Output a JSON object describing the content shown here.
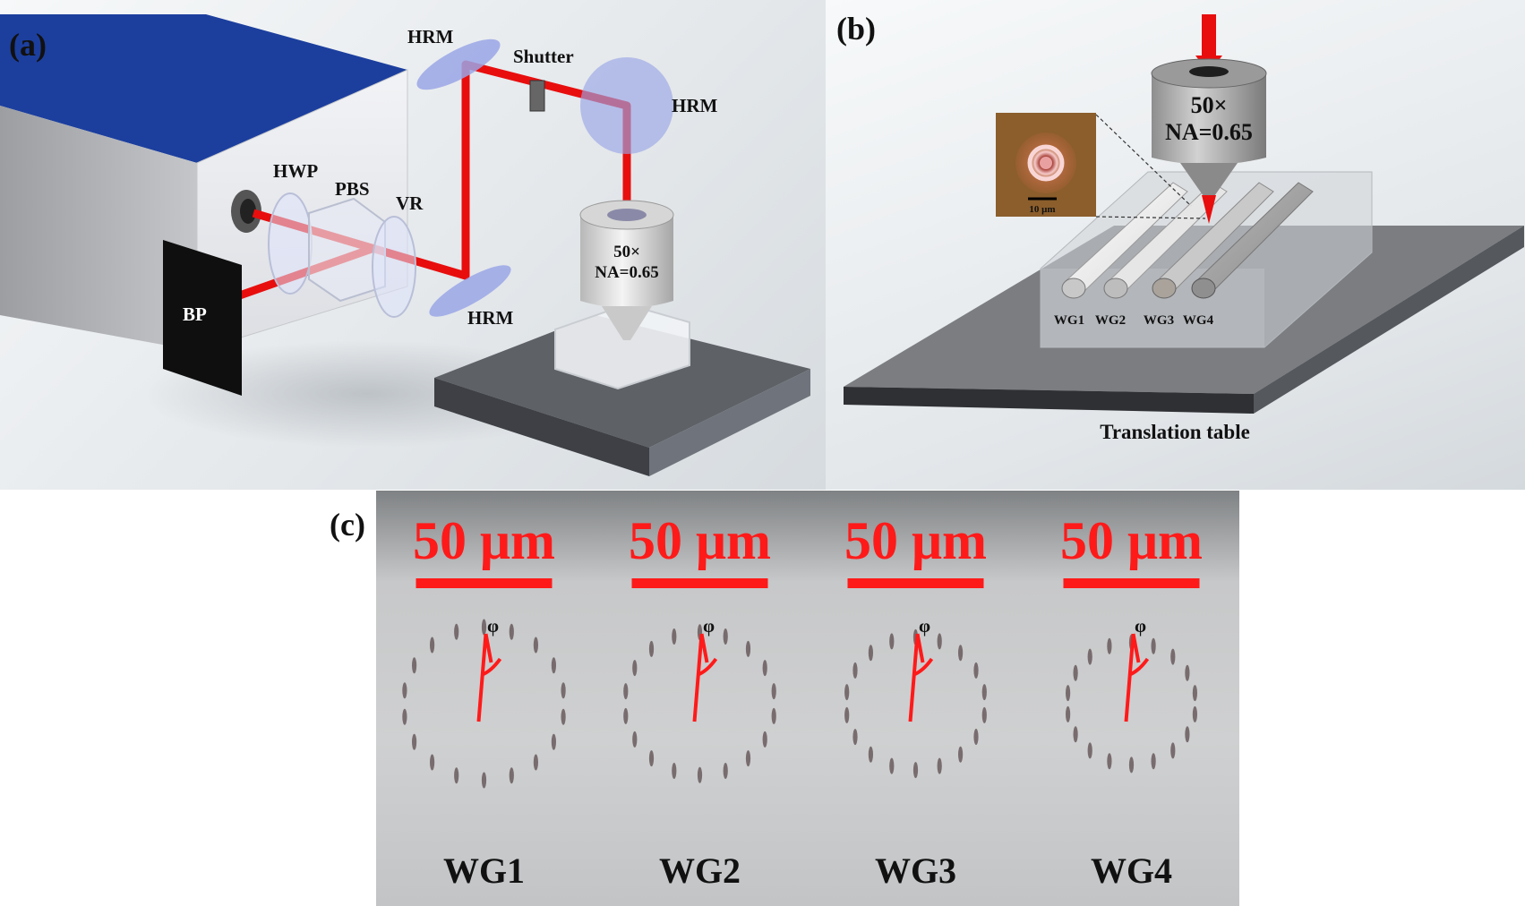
{
  "panel_a": {
    "tag": "(a)",
    "labels": {
      "hrm_top": "HRM",
      "shutter": "Shutter",
      "hrm_right": "HRM",
      "hwp": "HWP",
      "pbs": "PBS",
      "vr": "VR",
      "bp": "BP",
      "hrm_bottom": "HRM",
      "objective_mag": "50×",
      "objective_na": "NA=0.65"
    }
  },
  "panel_b": {
    "tag": "(b)",
    "objective_mag": "50×",
    "objective_na": "NA=0.65",
    "inset_scale": "10 μm",
    "waveguides": [
      "WG1",
      "WG2",
      "WG3",
      "WG4"
    ],
    "table_label": "Translation table"
  },
  "panel_c": {
    "tag": "(c)",
    "scale_text": "50 μm",
    "angle_symbol": "φ",
    "images": [
      {
        "label": "WG1",
        "scale": "50 μm",
        "phi": "φ"
      },
      {
        "label": "WG2",
        "scale": "50 μm",
        "phi": "φ"
      },
      {
        "label": "WG3",
        "scale": "50 μm",
        "phi": "φ"
      },
      {
        "label": "WG4",
        "scale": "50 μm",
        "phi": "φ"
      }
    ]
  },
  "colors": {
    "laser": "#e80e0e",
    "accent_red": "#ff1a1a",
    "box_top": "#1c3f9e",
    "mirror": "#9aa6e6"
  }
}
